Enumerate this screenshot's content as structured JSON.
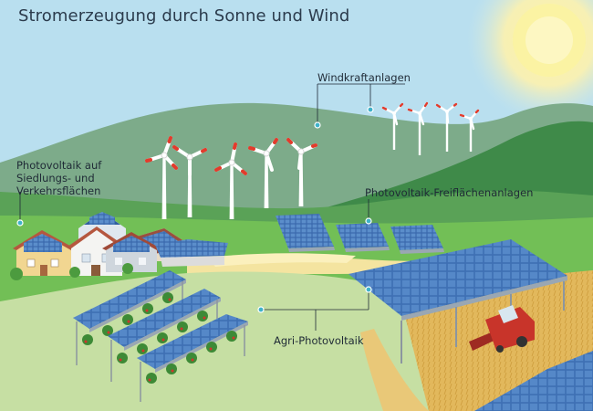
{
  "title": "Stromerzeugung durch Sonne und Wind",
  "labels": {
    "wind": "Windkraftanlagen",
    "pv_settlement": [
      "Photovoltaik auf",
      "Siedlungs- und",
      "Verkehrsflächen"
    ],
    "pv_open": "Photovoltaik-Freiflächenanlagen",
    "agri_pv": "Agri-Photovoltaik"
  },
  "colors": {
    "sky": "#b9dfef",
    "sun": "#fbf3a3",
    "hill_back": "#7dab8a",
    "hill_dark": "#3f8a49",
    "meadow": "#72bf56",
    "field": "#c6dfa3",
    "road": "#f4e4a0",
    "wheat": "#e2b85c",
    "panel": "#3e6fb3",
    "label_dot": "#3fb2c9"
  }
}
